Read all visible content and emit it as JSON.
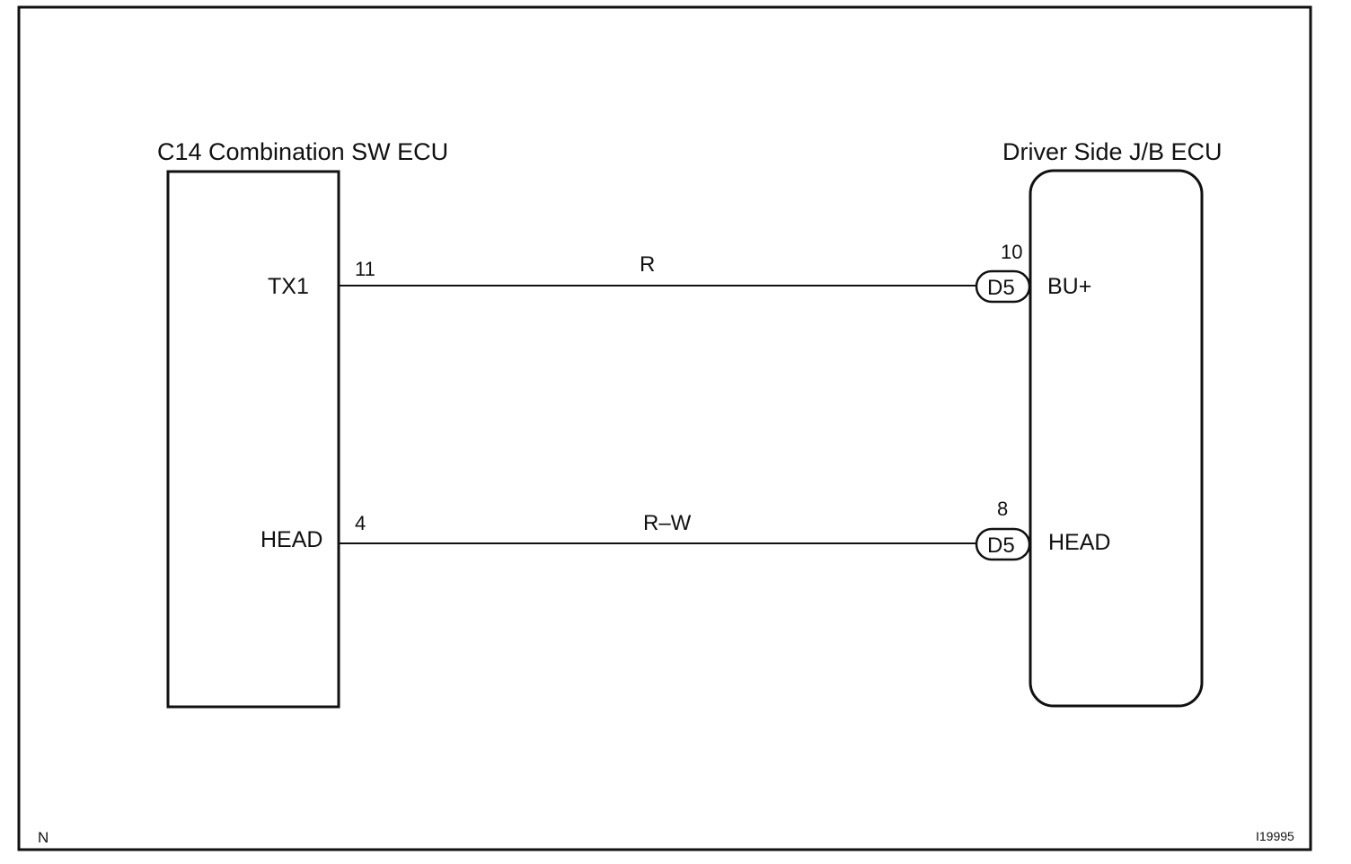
{
  "frame": {
    "corner_left": "N",
    "corner_right": "I19995"
  },
  "left_ecu": {
    "title": "C14 Combination SW ECU",
    "terminals": [
      {
        "name": "TX1",
        "pin": "11"
      },
      {
        "name": "HEAD",
        "pin": "4"
      }
    ]
  },
  "right_ecu": {
    "title": "Driver Side J/B ECU",
    "terminals": [
      {
        "name": "BU+",
        "pin": "10",
        "connector": "D5"
      },
      {
        "name": "HEAD",
        "pin": "8",
        "connector": "D5"
      }
    ]
  },
  "wires": [
    {
      "color_code": "R"
    },
    {
      "color_code": "R–W"
    }
  ],
  "colors": {
    "line": "#111111",
    "background": "#ffffff"
  }
}
